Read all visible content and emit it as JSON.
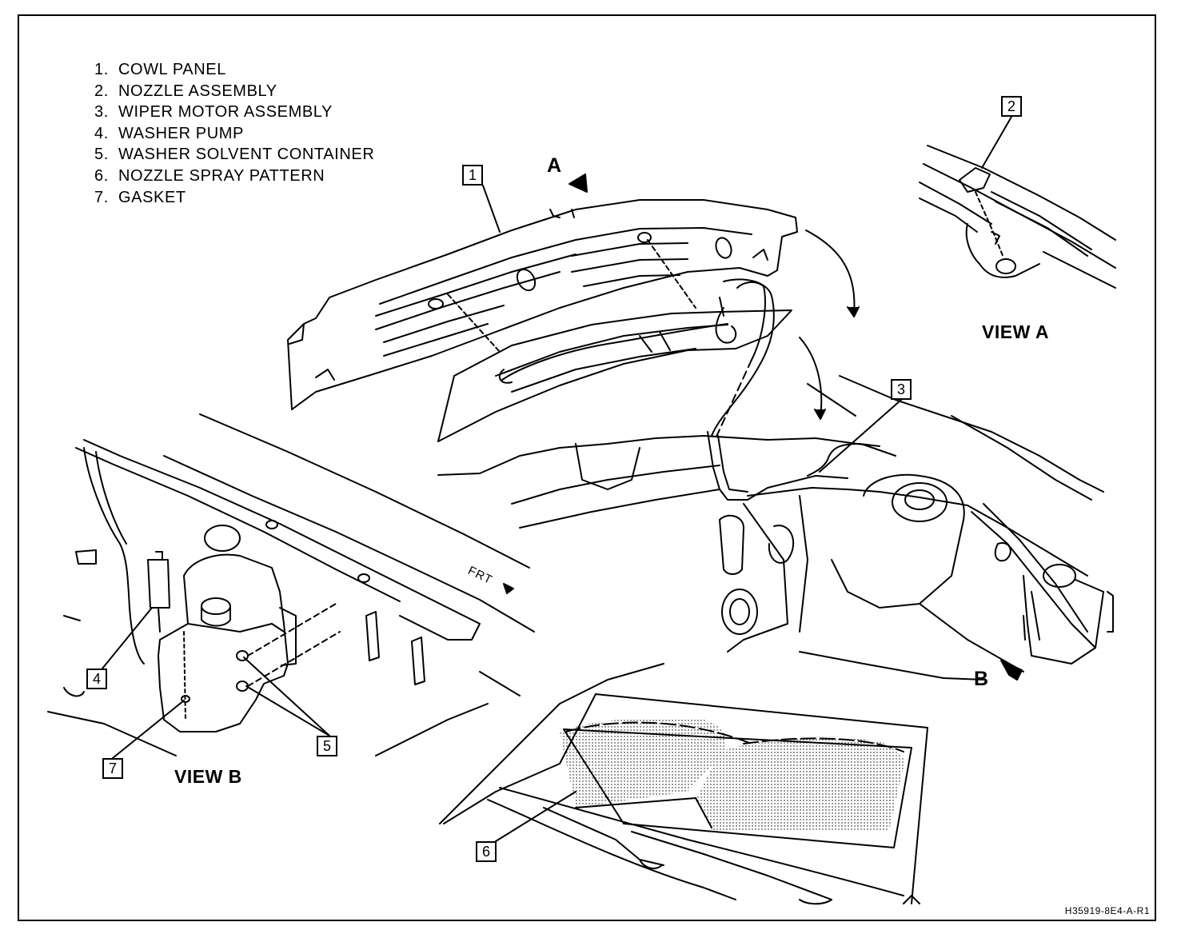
{
  "legend": [
    {
      "num": "1.",
      "text": "COWL PANEL"
    },
    {
      "num": "2.",
      "text": "NOZZLE ASSEMBLY"
    },
    {
      "num": "3.",
      "text": "WIPER MOTOR ASSEMBLY"
    },
    {
      "num": "4.",
      "text": "WASHER PUMP"
    },
    {
      "num": "5.",
      "text": "WASHER SOLVENT CONTAINER"
    },
    {
      "num": "6.",
      "text": "NOZZLE SPRAY PATTERN"
    },
    {
      "num": "7.",
      "text": "GASKET"
    }
  ],
  "views": {
    "a": "VIEW A",
    "b": "VIEW B"
  },
  "letters": {
    "a": "A",
    "b": "B"
  },
  "direction": "FRT",
  "callouts": {
    "c1": "1",
    "c2": "2",
    "c3": "3",
    "c4": "4",
    "c5": "5",
    "c6": "6",
    "c7": "7"
  },
  "reference": "H35919-8E4-A-R1"
}
